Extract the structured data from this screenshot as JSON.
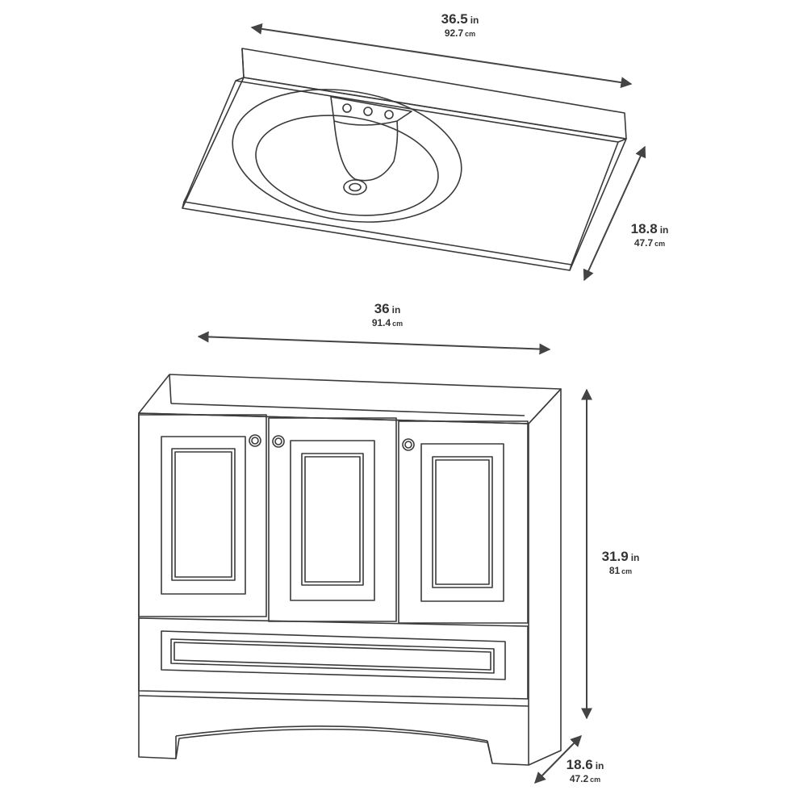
{
  "dimensions": {
    "top_width": {
      "in_value": "36.5",
      "in_unit": "in",
      "cm_value": "92.7",
      "cm_unit": "cm"
    },
    "top_depth": {
      "in_value": "18.8",
      "in_unit": "in",
      "cm_value": "47.7",
      "cm_unit": "cm"
    },
    "cab_width": {
      "in_value": "36",
      "in_unit": "in",
      "cm_value": "91.4",
      "cm_unit": "cm"
    },
    "cab_height": {
      "in_value": "31.9",
      "in_unit": "in",
      "cm_value": "81",
      "cm_unit": "cm"
    },
    "cab_depth": {
      "in_value": "18.6",
      "in_unit": "in",
      "cm_value": "47.2",
      "cm_unit": "cm"
    }
  },
  "colors": {
    "line": "#3a3a3a",
    "arrow": "#444444",
    "text": "#333333"
  },
  "icons": {
    "arrow_head": "double-arrow-icon"
  }
}
